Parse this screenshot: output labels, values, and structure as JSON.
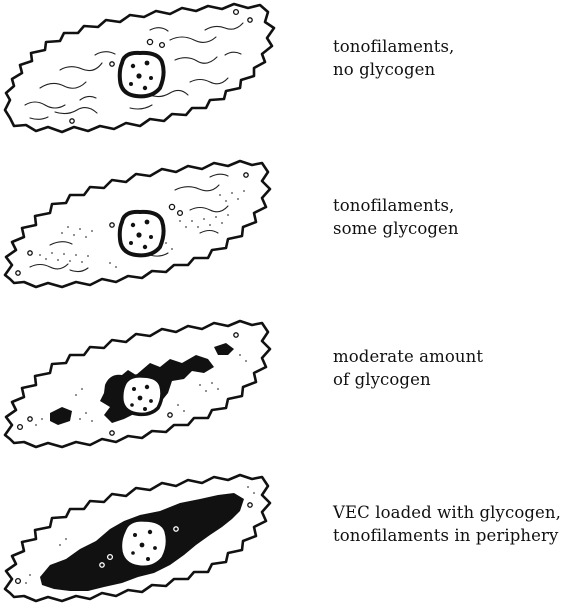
{
  "panels": [
    {
      "line1": "tonofilaments,",
      "line2": "no glycogen",
      "glycogen_level": "none"
    },
    {
      "line1": "tonofilaments,",
      "line2": "some glycogen",
      "glycogen_level": "some"
    },
    {
      "line1": "moderate amount",
      "line2": "of glycogen",
      "glycogen_level": "moderate"
    },
    {
      "line1": "VEC loaded with glycogen,",
      "line2": "tonofilaments in periphery",
      "glycogen_level": "loaded"
    }
  ]
}
